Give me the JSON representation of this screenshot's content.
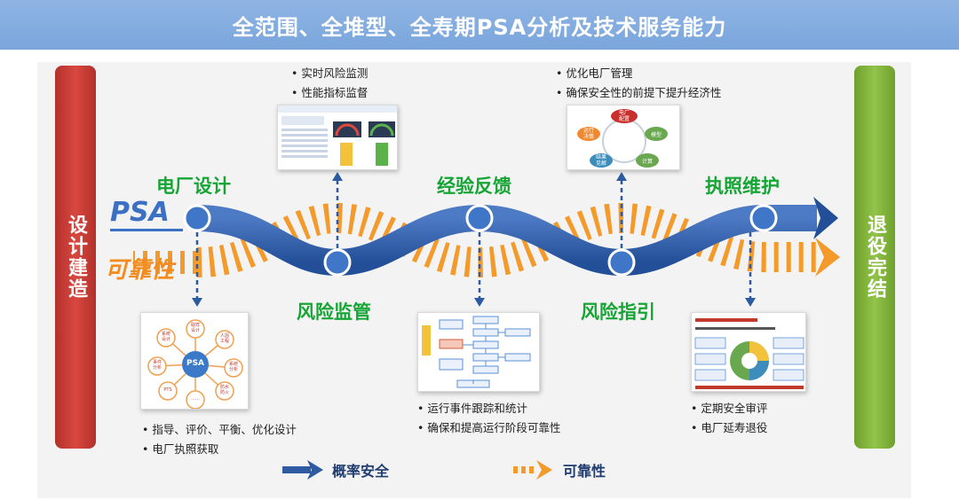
{
  "title": "全范围、全堆型、全寿期PSA分析及技术服务能力",
  "side_left": "设计建造",
  "side_right": "退役完结",
  "labels": {
    "psa": "PSA",
    "reliability": "可靠性"
  },
  "stages": {
    "design": "电厂设计",
    "supervision": "风险监管",
    "feedback": "经验反馈",
    "guidance": "风险指引",
    "license": "执照维护"
  },
  "bullets": {
    "design": [
      "指导、评价、平衡、优化设计",
      "电厂执照获取"
    ],
    "supervision": [
      "实时风险监测",
      "性能指标监督"
    ],
    "feedback": [
      "运行事件跟踪和统计",
      "确保和提高运行阶段可靠性"
    ],
    "guidance": [
      "优化电厂管理",
      "确保安全性的前提下提升经济性"
    ],
    "license": [
      "定期安全审评",
      "电厂延寿退役"
    ]
  },
  "legend": {
    "probability_safety": "概率安全",
    "reliability": "可靠性"
  },
  "thumb_design": {
    "center": "PSA",
    "nodes": [
      "取样\n设计",
      "人因\n工程",
      "系统\n分析",
      "防水\n防火",
      "……",
      "PTS",
      "事件\n分析",
      "系统\n设计"
    ]
  },
  "thumb_guidance": {
    "nodes": [
      "电厂\n配置",
      "模型",
      "计算",
      "结果\n见解",
      "运行\n决策"
    ]
  },
  "colors": {
    "psa_blue": "#2d5aa0",
    "orange": "#f28c1e",
    "green": "#16a535",
    "red_bar": "#c83a33",
    "green_bar": "#7cb33c"
  }
}
